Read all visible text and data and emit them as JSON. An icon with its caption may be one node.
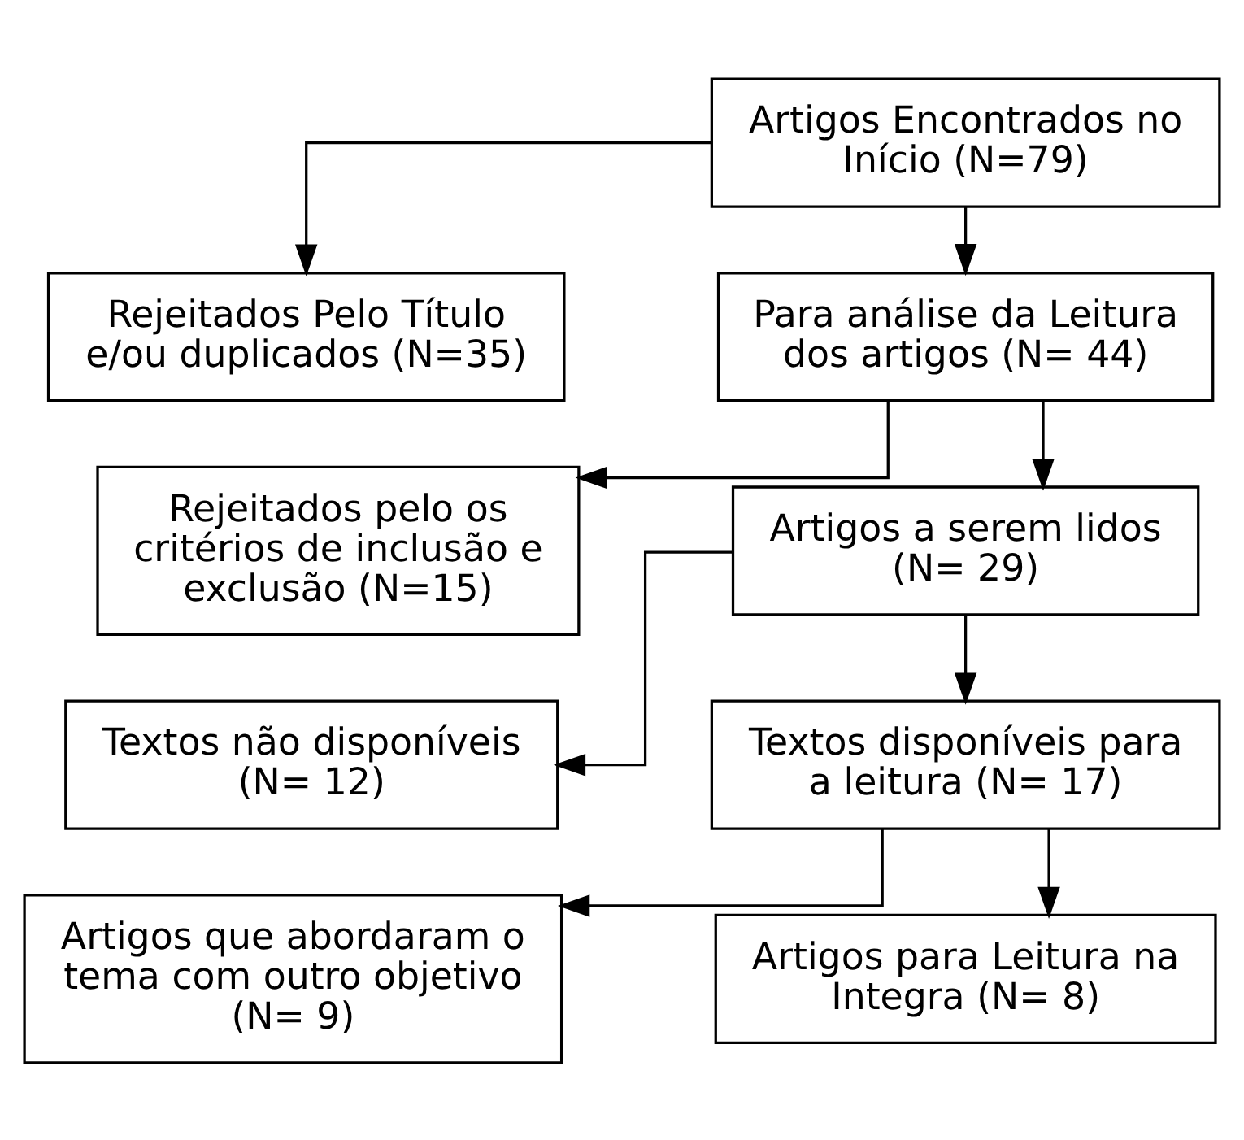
{
  "diagram": {
    "nodes": [
      {
        "text": [
          "Artigos Encontrados no Início (N=79)"
        ]
      },
      {
        "text": [
          "Rejeitados Pelo Título e/ou duplicados (N=35)"
        ]
      },
      {
        "text": [
          "Para análise da Leitura dos artigos (N= 44)"
        ]
      },
      {
        "text": [
          "Rejeitados pelo os critérios de inclusão e exclusão (N=15)"
        ]
      },
      {
        "text": [
          "Artigos a serem lidos (N= 29)"
        ]
      },
      {
        "text": [
          "Textos não disponíveis (N= 12)"
        ]
      },
      {
        "text": [
          "Textos disponíveis para a leitura (N= 17)"
        ]
      },
      {
        "text": [
          "Artigos que abordaram o tema com outro objetivo (N= 9)"
        ]
      },
      {
        "text": [
          "Artigos para Leitura na Integra (N= 8)"
        ]
      }
    ],
    "edges": [
      {
        "from": 0,
        "to": 2,
        "arrow": "to"
      },
      {
        "from": 0,
        "to": 1,
        "arrow": "to"
      },
      {
        "from": 2,
        "to": 4,
        "arrow": "to"
      },
      {
        "from": 2,
        "to": 3,
        "arrow": "to"
      },
      {
        "from": 4,
        "to": 6,
        "arrow": "to"
      },
      {
        "from": 4,
        "to": 5,
        "arrow": "to"
      },
      {
        "from": 6,
        "to": 8,
        "arrow": "to"
      },
      {
        "from": 6,
        "to": 7,
        "arrow": "to"
      }
    ]
  }
}
